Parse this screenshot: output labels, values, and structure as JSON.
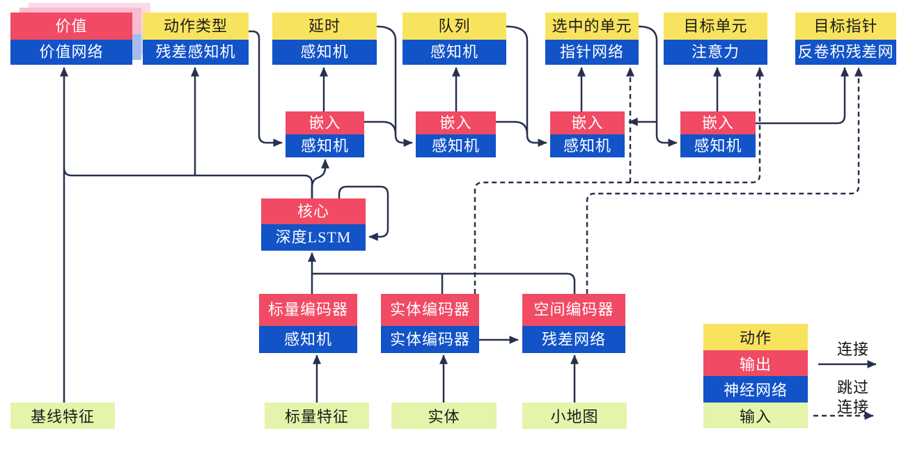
{
  "diagram": {
    "heads": [
      {
        "id": "value",
        "header": "价值",
        "body": "价值网络",
        "header_type": "output"
      },
      {
        "id": "action-type",
        "header": "动作类型",
        "body": "残差感知机",
        "header_type": "action"
      },
      {
        "id": "delay",
        "header": "延时",
        "body": "感知机",
        "header_type": "action"
      },
      {
        "id": "queue",
        "header": "队列",
        "body": "感知机",
        "header_type": "action"
      },
      {
        "id": "selected-units",
        "header": "选中的单元",
        "body": "指针网络",
        "header_type": "action"
      },
      {
        "id": "target-unit",
        "header": "目标单元",
        "body": "注意力",
        "header_type": "action"
      },
      {
        "id": "target-pointer",
        "header": "目标指针",
        "body": "反卷积残差网",
        "header_type": "action"
      }
    ],
    "embeds": [
      {
        "header": "嵌入",
        "body": "感知机"
      },
      {
        "header": "嵌入",
        "body": "感知机"
      },
      {
        "header": "嵌入",
        "body": "感知机"
      },
      {
        "header": "嵌入",
        "body": "感知机"
      }
    ],
    "core": {
      "header": "核心",
      "body": "深度LSTM"
    },
    "encoders": [
      {
        "id": "scalar-encoder",
        "header": "标量编码器",
        "body": "感知机"
      },
      {
        "id": "entity-encoder",
        "header": "实体编码器",
        "body": "实体编码器"
      },
      {
        "id": "spatial-encoder",
        "header": "空间编码器",
        "body": "残差网络"
      }
    ],
    "inputs": [
      "基线特征",
      "标量特征",
      "实体",
      "小地图"
    ],
    "legend": {
      "items": [
        {
          "label": "动作",
          "type": "action"
        },
        {
          "label": "输出",
          "type": "output"
        },
        {
          "label": "神经网络",
          "type": "network"
        },
        {
          "label": "输入",
          "type": "input"
        }
      ],
      "connection_label": "连接",
      "skip_line1": "跳过",
      "skip_line2": "连接"
    },
    "colors": {
      "action_yellow": "#f8e35e",
      "output_red": "#f14a64",
      "network_blue": "#1253c8",
      "input_green": "#e4f4ab",
      "wire_navy": "#28304f"
    }
  }
}
